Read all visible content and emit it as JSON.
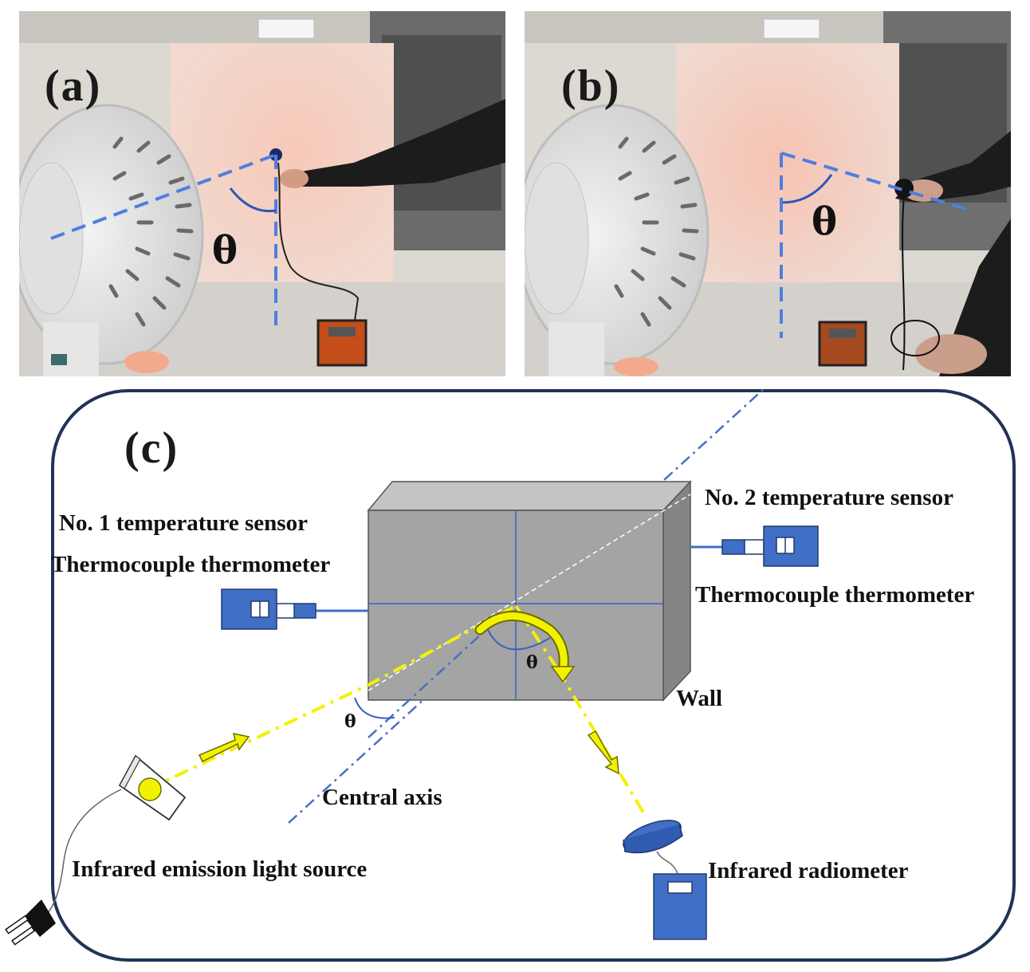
{
  "panels": {
    "a": {
      "label": "(a)",
      "angle_symbol": "θ"
    },
    "b": {
      "label": "(b)",
      "angle_symbol": "θ"
    },
    "c": {
      "label": "(c)"
    }
  },
  "diagram": {
    "sensor1_title": "No. 1 temperature sensor",
    "sensor1_device": "Thermocouple thermometer",
    "sensor2_title": "No. 2 temperature sensor",
    "sensor2_device": "Thermocouple thermometer",
    "wall_label": "Wall",
    "axis_label": "Central axis",
    "source_label": "Infrared emission light source",
    "radiometer_label": "Infrared radiometer",
    "angle_incident": "θ",
    "angle_reflected": "θ"
  },
  "colors": {
    "frame": "#1f3356",
    "wall_front": "#a4a4a4",
    "wall_top": "#c4c4c4",
    "wall_side": "#858585",
    "device_blue": "#3f6fc6",
    "beam_yellow": "#f2f200",
    "axis_blue": "#4a6fc4",
    "photo_dashed_line": "#4f7ee0"
  }
}
